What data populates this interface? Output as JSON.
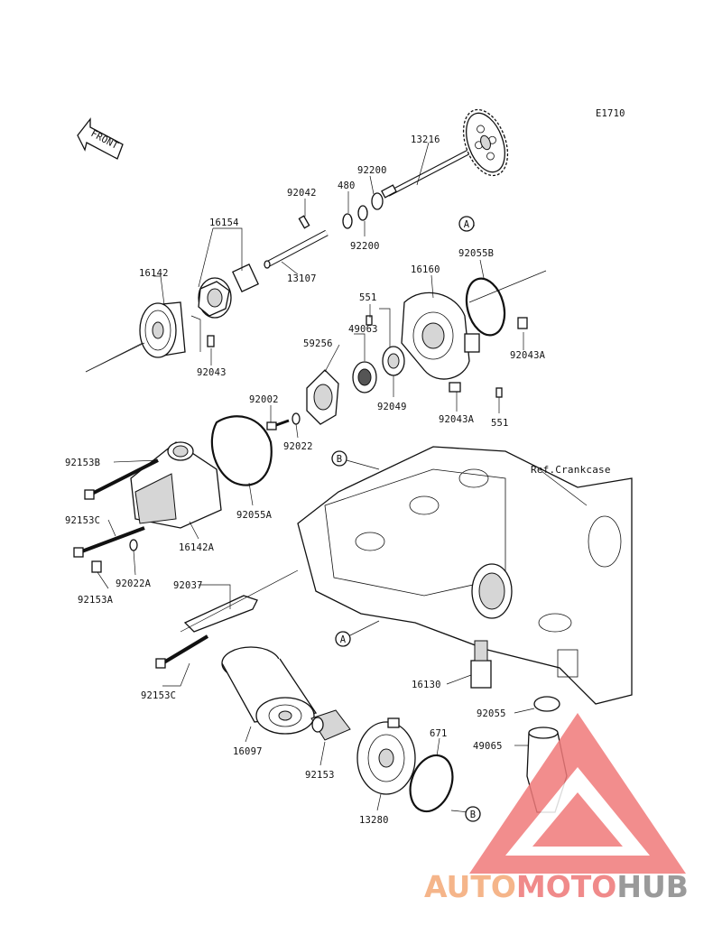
{
  "diagram": {
    "code": "E1710",
    "front_label": "FRONT",
    "ref_label": "Ref.Crankcase",
    "callouts": [
      "A",
      "A",
      "B",
      "B"
    ],
    "parts": [
      {
        "id": "13216"
      },
      {
        "id": "92200"
      },
      {
        "id": "480"
      },
      {
        "id": "92042"
      },
      {
        "id": "92200"
      },
      {
        "id": "16154"
      },
      {
        "id": "13107"
      },
      {
        "id": "16142"
      },
      {
        "id": "92043"
      },
      {
        "id": "92055B"
      },
      {
        "id": "16160"
      },
      {
        "id": "551"
      },
      {
        "id": "49063"
      },
      {
        "id": "59256"
      },
      {
        "id": "92043A"
      },
      {
        "id": "92049"
      },
      {
        "id": "92043A"
      },
      {
        "id": "551"
      },
      {
        "id": "92002"
      },
      {
        "id": "92022"
      },
      {
        "id": "92153B"
      },
      {
        "id": "92055A"
      },
      {
        "id": "92153C"
      },
      {
        "id": "16142A"
      },
      {
        "id": "92022A"
      },
      {
        "id": "92153A"
      },
      {
        "id": "92037"
      },
      {
        "id": "92153C"
      },
      {
        "id": "16130"
      },
      {
        "id": "92055"
      },
      {
        "id": "49065"
      },
      {
        "id": "16097"
      },
      {
        "id": "92153"
      },
      {
        "id": "671"
      },
      {
        "id": "13280"
      }
    ]
  },
  "watermark": {
    "part1": "AUTO",
    "part2": "MOTO",
    "part3": "HUB",
    "colors": {
      "auto": "#f5b58a",
      "moto": "#f08a8a",
      "hub": "#9a9a9a",
      "triangle": "#f07a7a"
    }
  }
}
